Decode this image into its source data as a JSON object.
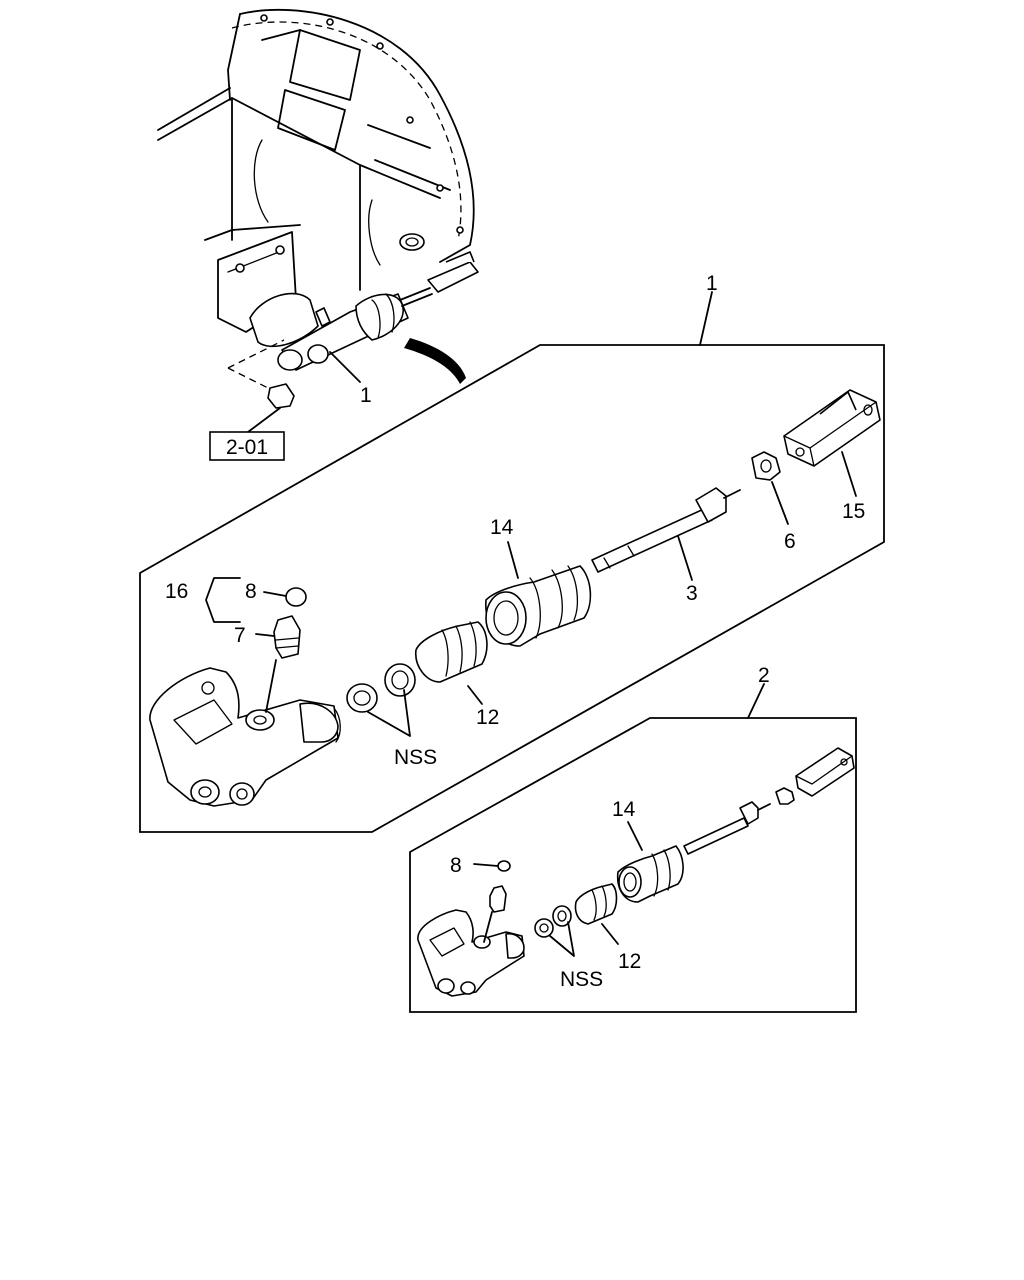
{
  "diagram": {
    "labels": {
      "ref_box": "2-01",
      "assembly_1_top": "1",
      "assembly_1_callout": "1",
      "assembly_2": "2",
      "p16": "16",
      "p8": "8",
      "p7": "7",
      "p14": "14",
      "p12": "12",
      "p3": "3",
      "p6": "6",
      "p15": "15",
      "nss": "NSS",
      "p8_b": "8",
      "p14_b": "14",
      "p12_b": "12",
      "nss_b": "NSS"
    }
  }
}
